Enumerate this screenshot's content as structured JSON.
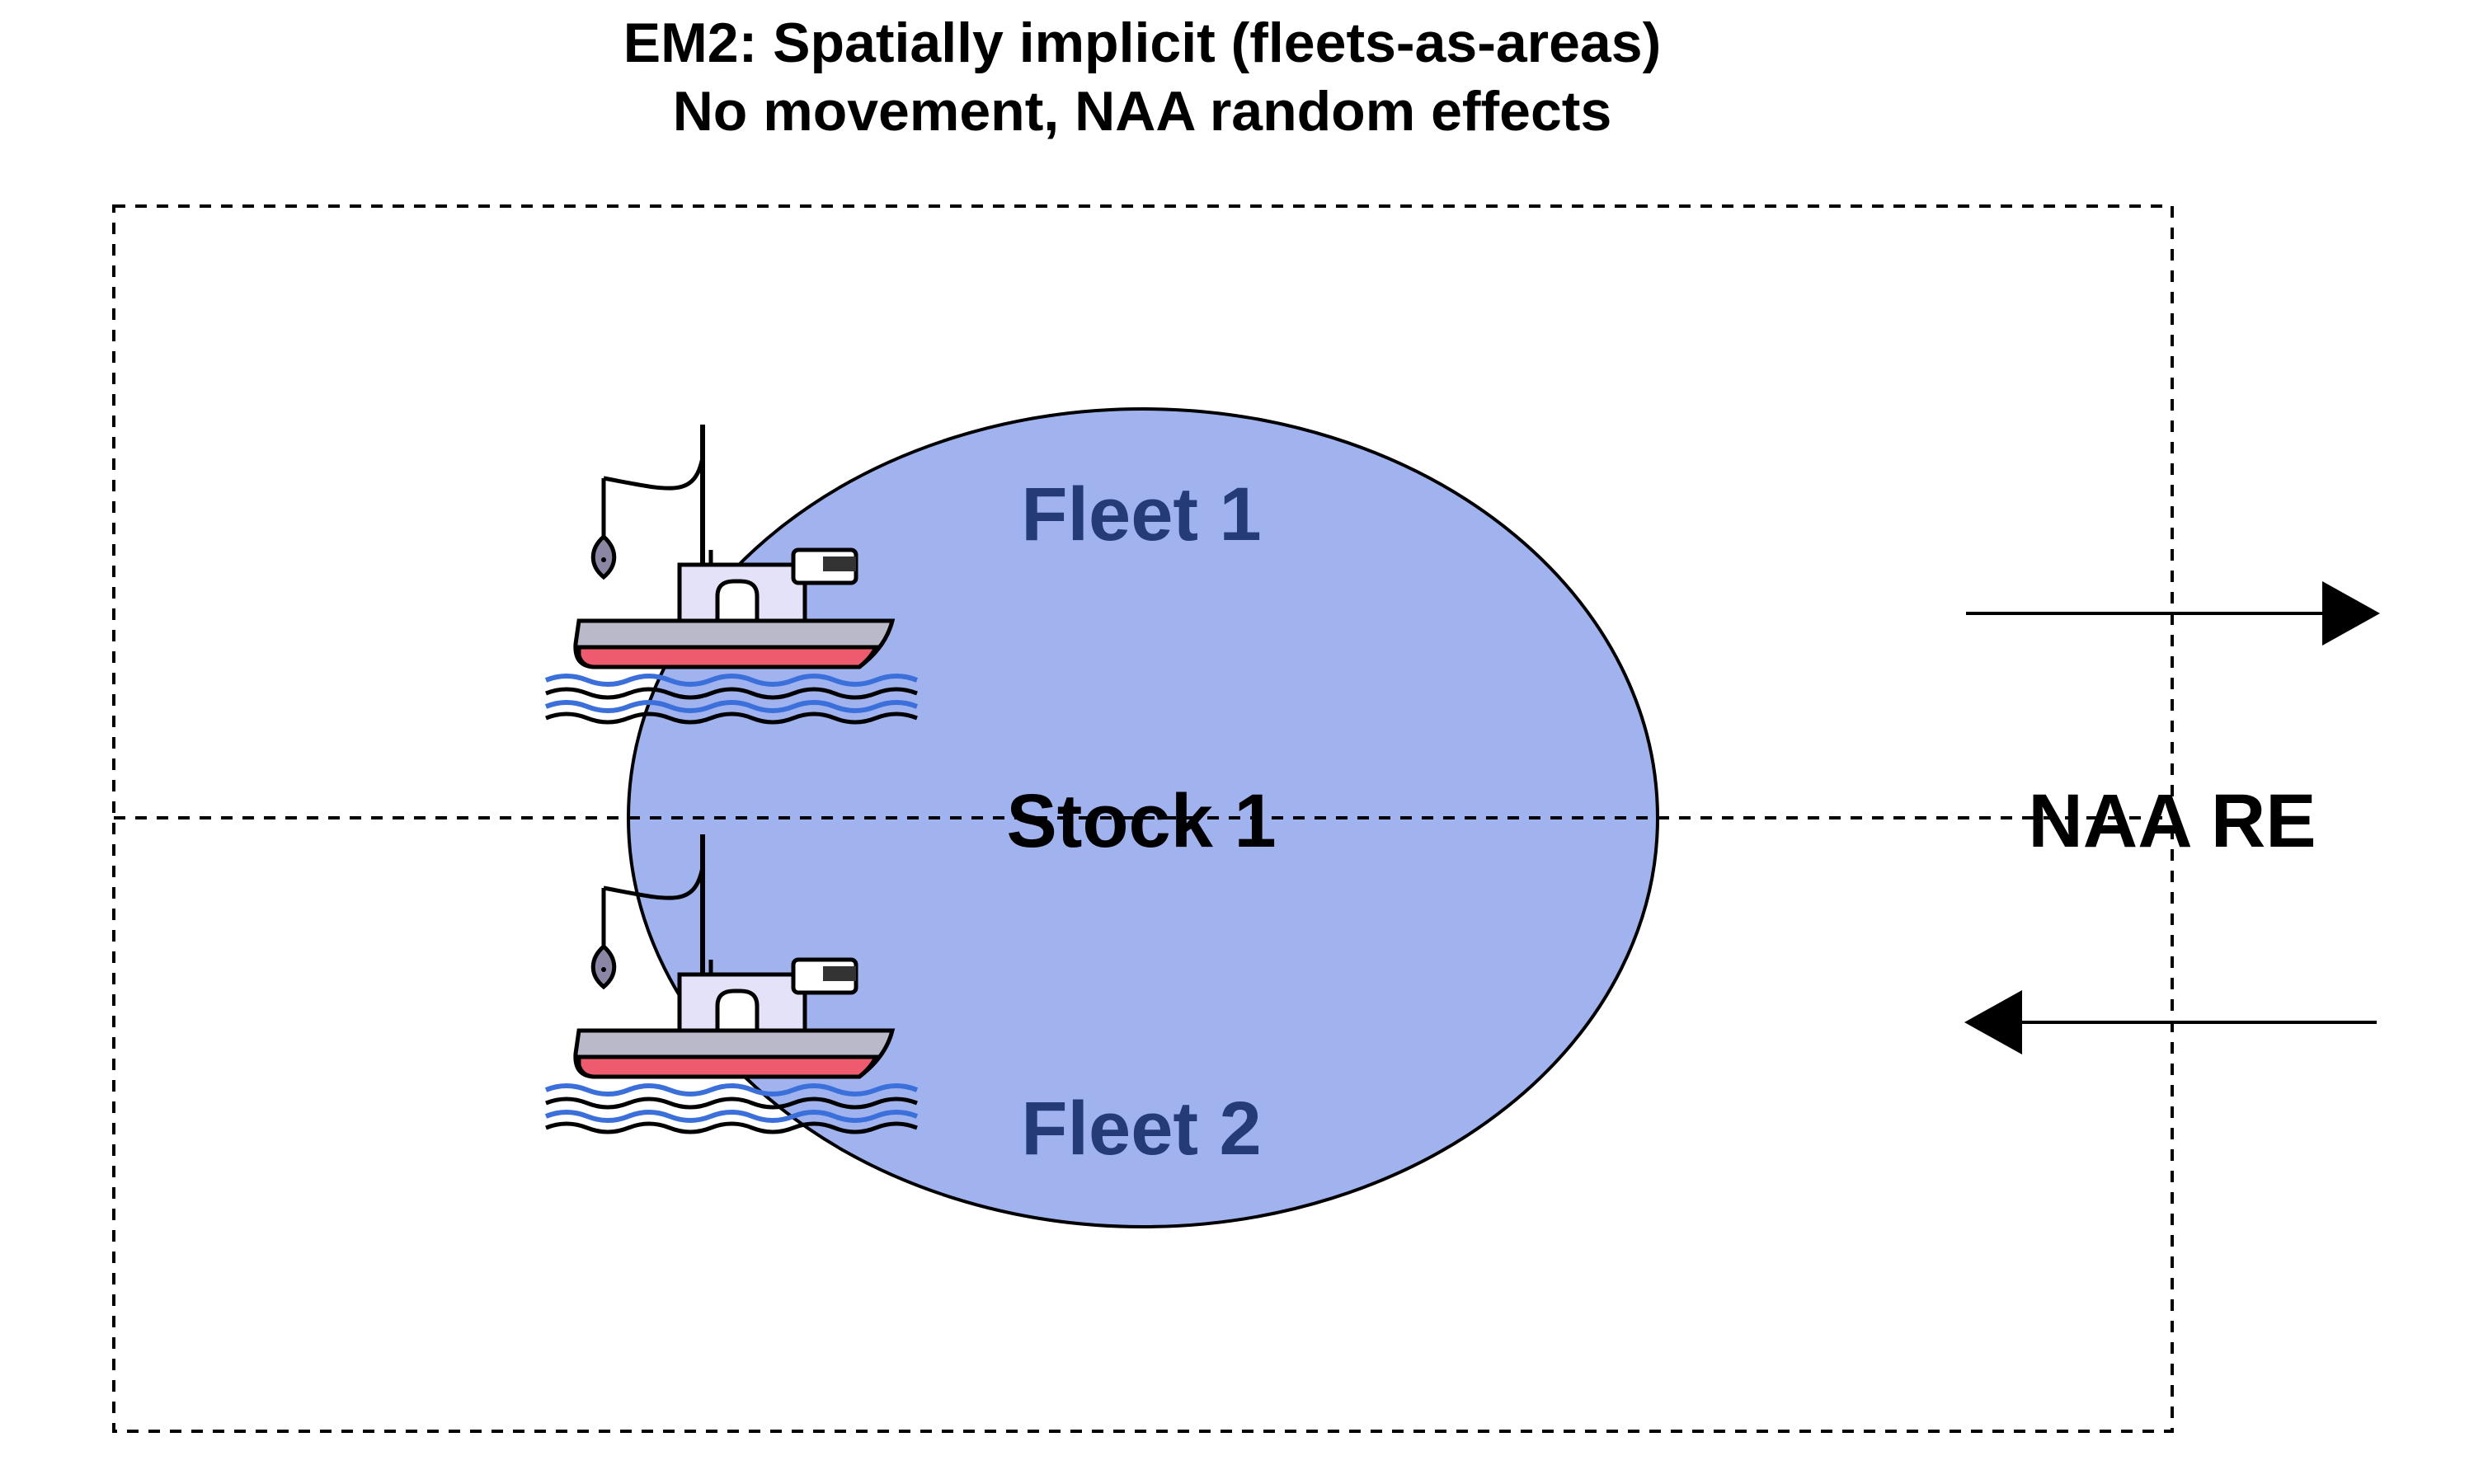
{
  "title": {
    "line1": "EM2: Spatially implicit (fleets-as-areas)",
    "line2": "No movement, NAA random effects"
  },
  "stock": {
    "label": "Stock 1"
  },
  "fleets": [
    {
      "label": "Fleet 1"
    },
    {
      "label": "Fleet 2"
    }
  ],
  "exchange": {
    "label": "NAA RE"
  },
  "icons": {
    "fleet_1": "fishing-boat-icon",
    "fleet_2": "fishing-boat-icon",
    "out_arrow": "arrow-right-icon",
    "in_arrow": "arrow-left-icon"
  },
  "colors": {
    "stock_fill": "#a0b3ee",
    "fleet_text": "#243b78",
    "boat_hull_stripe": "#ef5b6e",
    "boat_hull": "#b9b9c9",
    "boat_cabin": "#e3e2f8",
    "water": "#3b6fd9"
  }
}
